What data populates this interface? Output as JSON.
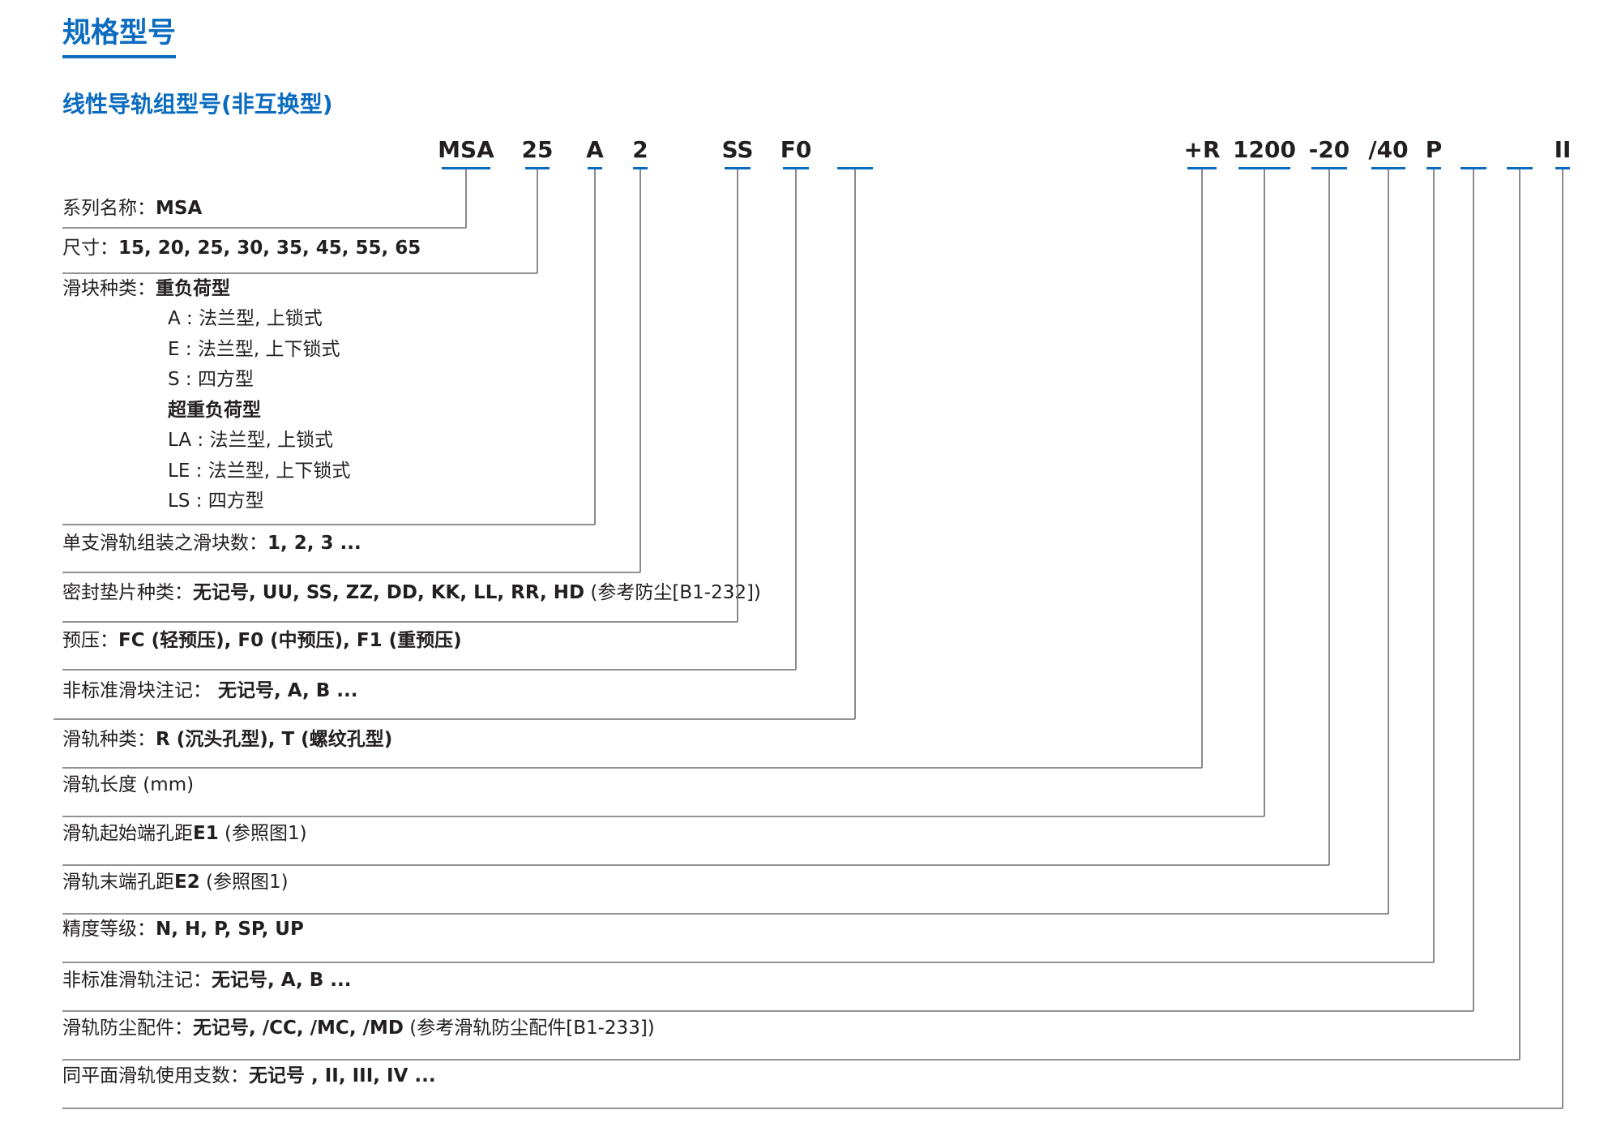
{
  "header": {
    "title": "规格型号",
    "subtitle": "线性导轨组型号(非互换型)"
  },
  "codes": [
    "MSA",
    "25",
    "A",
    "2",
    "SS",
    "F0",
    "",
    "+R",
    "1200",
    "-20",
    "/40",
    "P",
    "",
    "",
    "II"
  ],
  "rows": [
    {
      "label": "系列名称：",
      "value": "MSA"
    },
    {
      "label": "尺寸：",
      "value": "15, 20, 25, 30, 35, 45, 55, 65"
    },
    {
      "label": "滑块种类：",
      "value": "重负荷型",
      "sub": [
        {
          "text": "A : 法兰型, 上锁式"
        },
        {
          "text": "E : 法兰型, 上下锁式"
        },
        {
          "text": "S : 四方型"
        },
        {
          "text": "超重负荷型"
        },
        {
          "text": "LA : 法兰型, 上锁式"
        },
        {
          "text": "LE : 法兰型, 上下锁式"
        },
        {
          "text": "LS : 四方型"
        }
      ]
    },
    {
      "label": "单支滑轨组装之滑块数：",
      "value": "1, 2, 3 ..."
    },
    {
      "label": "密封垫片种类：",
      "value": "无记号, UU, SS, ZZ, DD, KK, LL, RR, HD",
      "note": "(参考防尘[B1-232])"
    },
    {
      "label": "预压：",
      "value": "FC (轻预压),  F0 (中预压),  F1 (重预压)"
    },
    {
      "label": "非标准滑块注记：",
      "value": " 无记号, A, B ..."
    },
    {
      "label": "滑轨种类：",
      "value": "R (沉头孔型), T (螺纹孔型)"
    },
    {
      "label": "滑轨长度 (mm)",
      "value": ""
    },
    {
      "label": "滑轨起始端孔距",
      "value": "E1",
      "note": "(参照图1)"
    },
    {
      "label": "滑轨末端孔距",
      "value": "E2",
      "note": "(参照图1)"
    },
    {
      "label": "精度等级：",
      "value": "N, H, P, SP, UP"
    },
    {
      "label": "非标准滑轨注记：",
      "value": "无记号, A, B ..."
    },
    {
      "label": "滑轨防尘配件：",
      "value": "无记号, /CC, /MC, /MD",
      "note": "(参考滑轨防尘配件[B1-233])"
    },
    {
      "label": "同平面滑轨使用支数：",
      "value": "无记号 , II, III, IV ..."
    }
  ],
  "colors": {
    "accent": "#0b6cbf",
    "text": "#231f20",
    "leader": "#6d6e71"
  }
}
